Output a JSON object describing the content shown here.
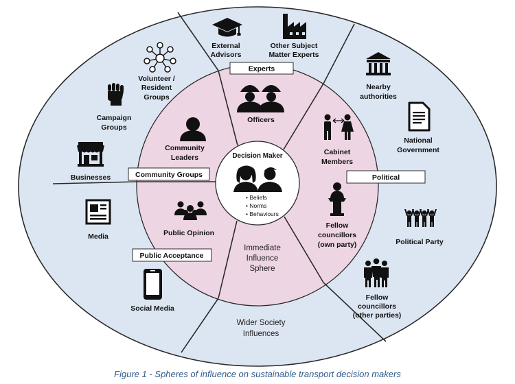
{
  "diagram": {
    "center": {
      "title": "Decision Maker",
      "bullets": [
        "• Beliefs",
        "• Norms",
        "• Behaviours"
      ]
    },
    "inner_ring_label": [
      "Immediate",
      "Influence",
      "Sphere"
    ],
    "outer_ring_label": [
      "Wider Society",
      "Influences"
    ],
    "category_boxes": {
      "experts": "Experts",
      "political": "Political",
      "community_groups": "Community Groups",
      "public_acceptance": "Public Acceptance"
    },
    "inner_nodes": {
      "officers": [
        "Officers"
      ],
      "cabinet_members": [
        "Cabinet",
        "Members"
      ],
      "fellow_councillors_own": [
        "Fellow",
        "councillors",
        "(own party)"
      ],
      "community_leaders": [
        "Community",
        "Leaders"
      ],
      "public_opinion": [
        "Public Opinion"
      ]
    },
    "outer_nodes": {
      "external_advisors": [
        "External",
        "Advisors"
      ],
      "other_experts": [
        "Other Subject",
        "Matter Experts"
      ],
      "nearby_authorities": [
        "Nearby",
        "authorities"
      ],
      "national_government": [
        "National",
        "Government"
      ],
      "political_party": [
        "Political Party"
      ],
      "fellow_councillors_other": [
        "Fellow",
        "councillors",
        "(other parties)"
      ],
      "volunteer_groups": [
        "Volunteer /",
        "Resident",
        "Groups"
      ],
      "campaign_groups": [
        "Campaign",
        "Groups"
      ],
      "businesses": [
        "Businesses"
      ],
      "media": [
        "Media"
      ],
      "social_media": [
        "Social Media"
      ]
    },
    "icons": [
      "graduation-cap-icon",
      "factory-icon",
      "network-icon",
      "raised-fist-icon",
      "storefront-icon",
      "government-building-icon",
      "document-icon",
      "newspaper-icon",
      "smartphone-icon",
      "group-cheering-icon",
      "group-people-icon",
      "hardhat-workers-icon",
      "person-icon",
      "man-woman-icon",
      "podium-speaker-icon",
      "crowd-icon"
    ],
    "colors": {
      "outer_fill": "#dce6f2",
      "inner_fill": "#eed5e3",
      "center_fill": "#ffffff",
      "stroke": "#2b2b2b",
      "caption": "#2f5b8a"
    }
  },
  "caption": "Figure 1 - Spheres of influence on sustainable transport decision makers"
}
